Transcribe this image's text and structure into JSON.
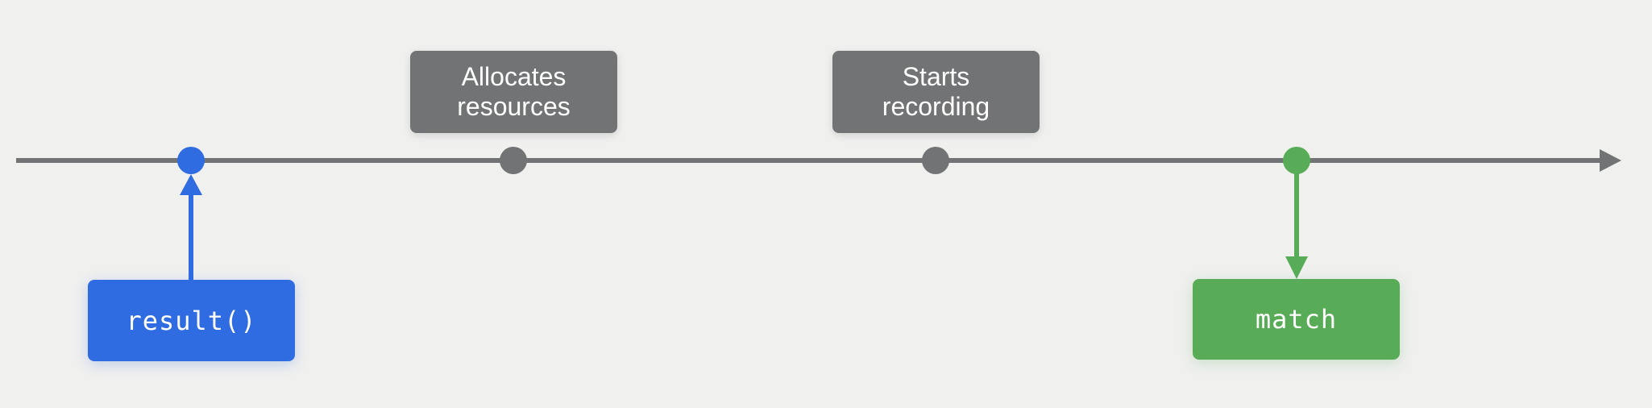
{
  "events": {
    "allocates": {
      "line1": "Allocates",
      "line2": "resources"
    },
    "starts": {
      "line1": "Starts",
      "line2": "recording"
    }
  },
  "calls": {
    "result": {
      "label": "result()"
    },
    "match": {
      "label": "match"
    }
  },
  "colors": {
    "timeline": "#727374",
    "blue": "#2f6be1",
    "green": "#59ac57",
    "gray": "#727374"
  }
}
